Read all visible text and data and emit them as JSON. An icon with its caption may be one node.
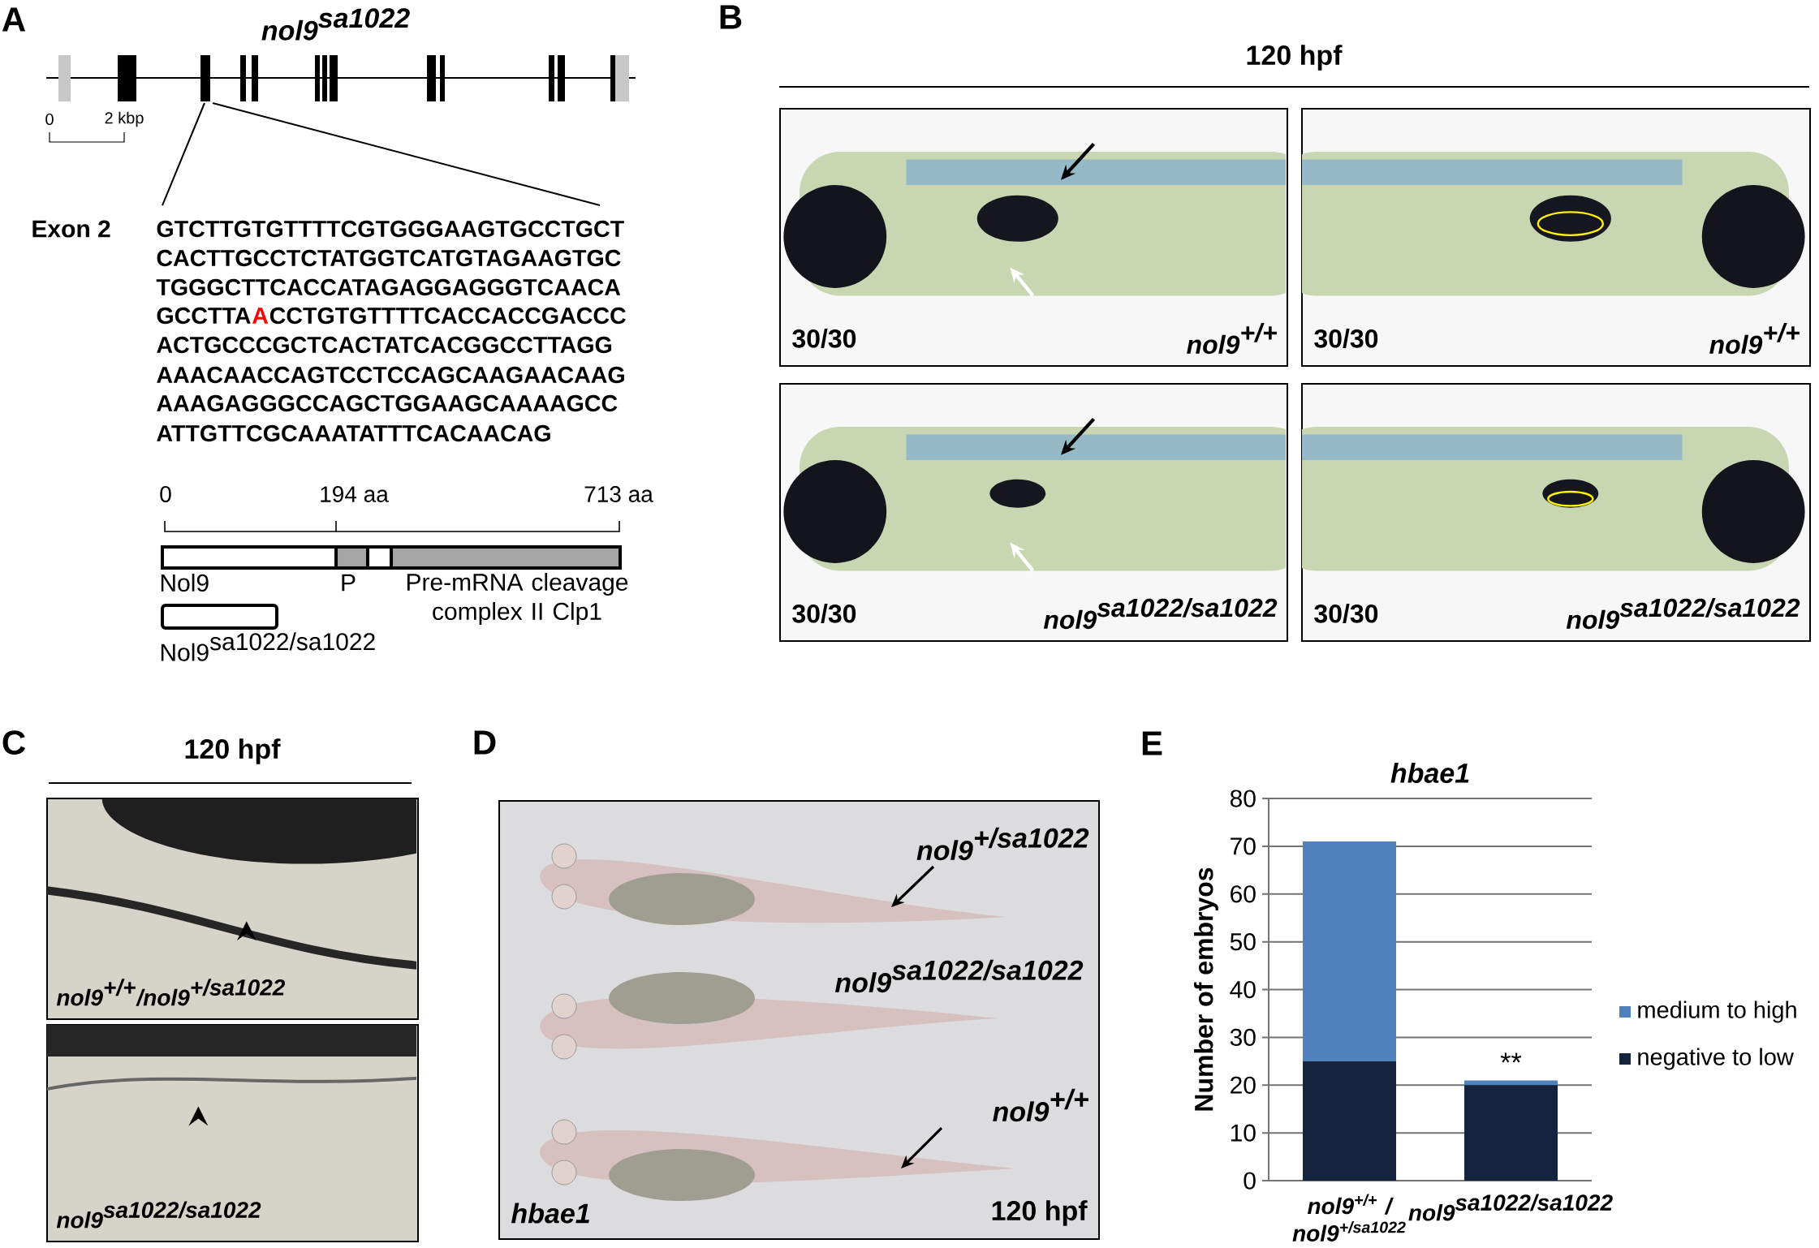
{
  "diagram": {
    "nodes": [
      {
        "text": [
          "30/30",
          "\\textit{nol9}^{\\textit{+/+}}"
        ]
      },
      {
        "text": [
          "30/30",
          "\\textit{nol9}^{\\textit{+/+}}"
        ]
      },
      {
        "text": [
          "30/30",
          "\\textit{nol9}^{\\textit{sa1022/sa1022}}"
        ]
      },
      {
        "text": [
          "30/30",
          "\\textit{nol9}^{\\textit{sa1022/sa1022}}"
        ]
      },
      {
        "text": [
          "\\textit{nol9}^{\\textit{+/+}}\\textit{/nol9}^{\\textit{+/sa1022}}"
        ]
      },
      {
        "text": [
          "\\textit{nol9}^{\\textit{sa1022/sa1022}}"
        ]
      },
      {
        "text": [
          "\\textit{nol9}^{\\textit{+/sa1022}}",
          "\\textit{nol9}^{\\textit{sa1022/sa1022}}",
          "\\textit{nol9}^{\\textit{+/+}}",
          "hbae1",
          "120 hpf"
        ]
      }
    ],
    "labels": [
      "A",
      "\\textit{nol9}^{\\textit{sa1022}}",
      "0",
      "2 kbp",
      "Exon 2",
      "GTCTTGTGTTTTCGTGGGAAGTGCCTGCT",
      "CACTTGCCTCTATGGTCATGTAGAAGTGC",
      "TGGGCTTCACCATAGAGGAGGGTCAACA",
      "GCCTTA",
      "A",
      "CCTGTGTTTTCACCACCGACCC",
      "ACTGCCCGCTCACTATCACGGCCTTAGG",
      "AAACAACCAGTCCTCCAGCAAGAACAAG",
      "AAAGAGGGCCAGCTGGAAGCAAAAGCC",
      "ATTGTTCGCAAATATTTCACAACAG",
      "0",
      "194 aa",
      "713 aa",
      "Nol9",
      "P",
      "Pre-mRNA cleavage complex II Clp1",
      "\\textup{Nol9}^{\\textup{sa1022/sa1022}}",
      "B",
      "120 hpf",
      "C",
      "120 hpf",
      "D",
      "E"
    ],
    "chart_data": {
      "type": "bar",
      "stacked": true,
      "title": "hbae1",
      "ylabel": "Number of embryos",
      "categories": [
        "nol9$^{+/+}$ / nol9$^{+/sa1022}$",
        "\\textit{nol9}^{\\textit{sa1022/sa1022}}"
      ],
      "grid": true,
      "series": [
        {
          "name": "negative to low",
          "color": "#14243f",
          "values": [
            25,
            20
          ]
        },
        {
          "name": "medium to high",
          "color": "#4f81bd",
          "values": [
            46,
            1
          ]
        }
      ],
      "ylim": [
        0,
        80
      ],
      "yticks": [
        0,
        10,
        20,
        30,
        40,
        50,
        60,
        70,
        80
      ],
      "annotations": [
        {
          "text": "**",
          "x": "\\textit{nol9}^{\\textit{sa1022/sa1022}}",
          "y": 21
        }
      ]
    }
  }
}
